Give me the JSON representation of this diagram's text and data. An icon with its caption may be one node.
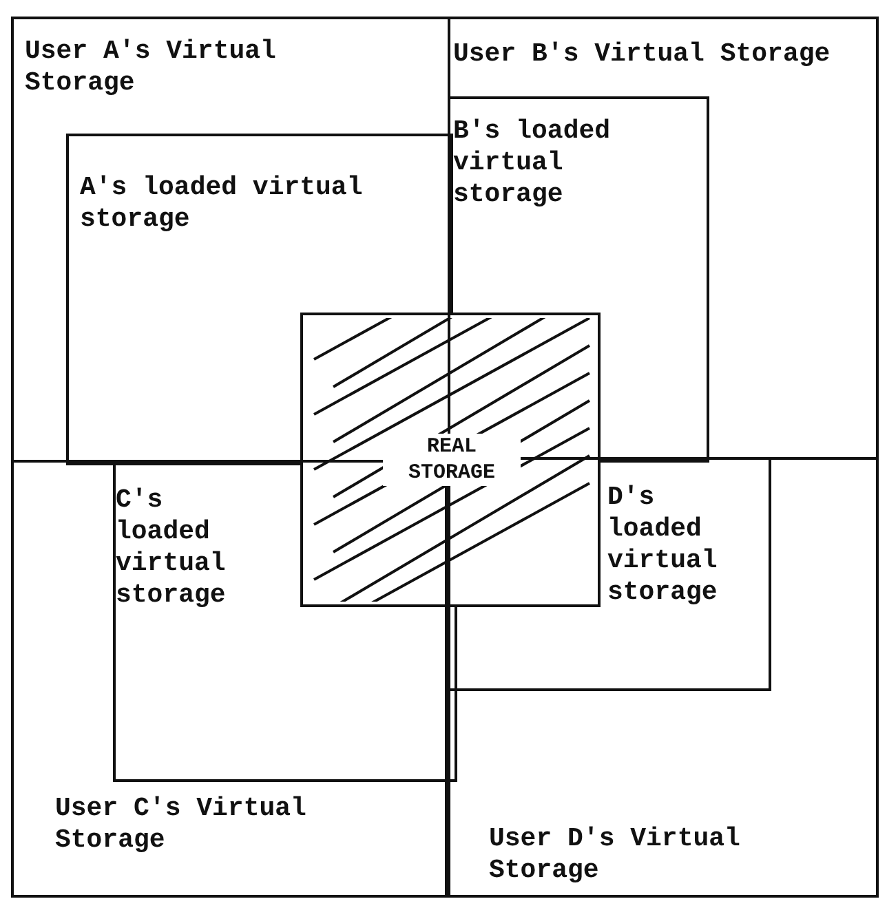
{
  "diagram": {
    "nodes": [
      {
        "text": [
          "User A's Virtual Storage"
        ]
      },
      {
        "text": [
          "A's loaded virtual storage"
        ],
        "in": 0
      },
      {
        "text": [
          "User B's Virtual Storage"
        ]
      },
      {
        "text": [
          "B's loaded virtual storage"
        ],
        "in": 2
      },
      {
        "text": [
          "REAL STORAGE"
        ]
      },
      {
        "text": [
          "User C's Virtual Storage"
        ]
      },
      {
        "text": [
          "C's loaded virtual storage"
        ],
        "in": 5
      },
      {
        "text": [
          "User D's Virtual Storage"
        ]
      },
      {
        "text": [
          "D's loaded virtual storage"
        ],
        "in": 7
      }
    ]
  }
}
